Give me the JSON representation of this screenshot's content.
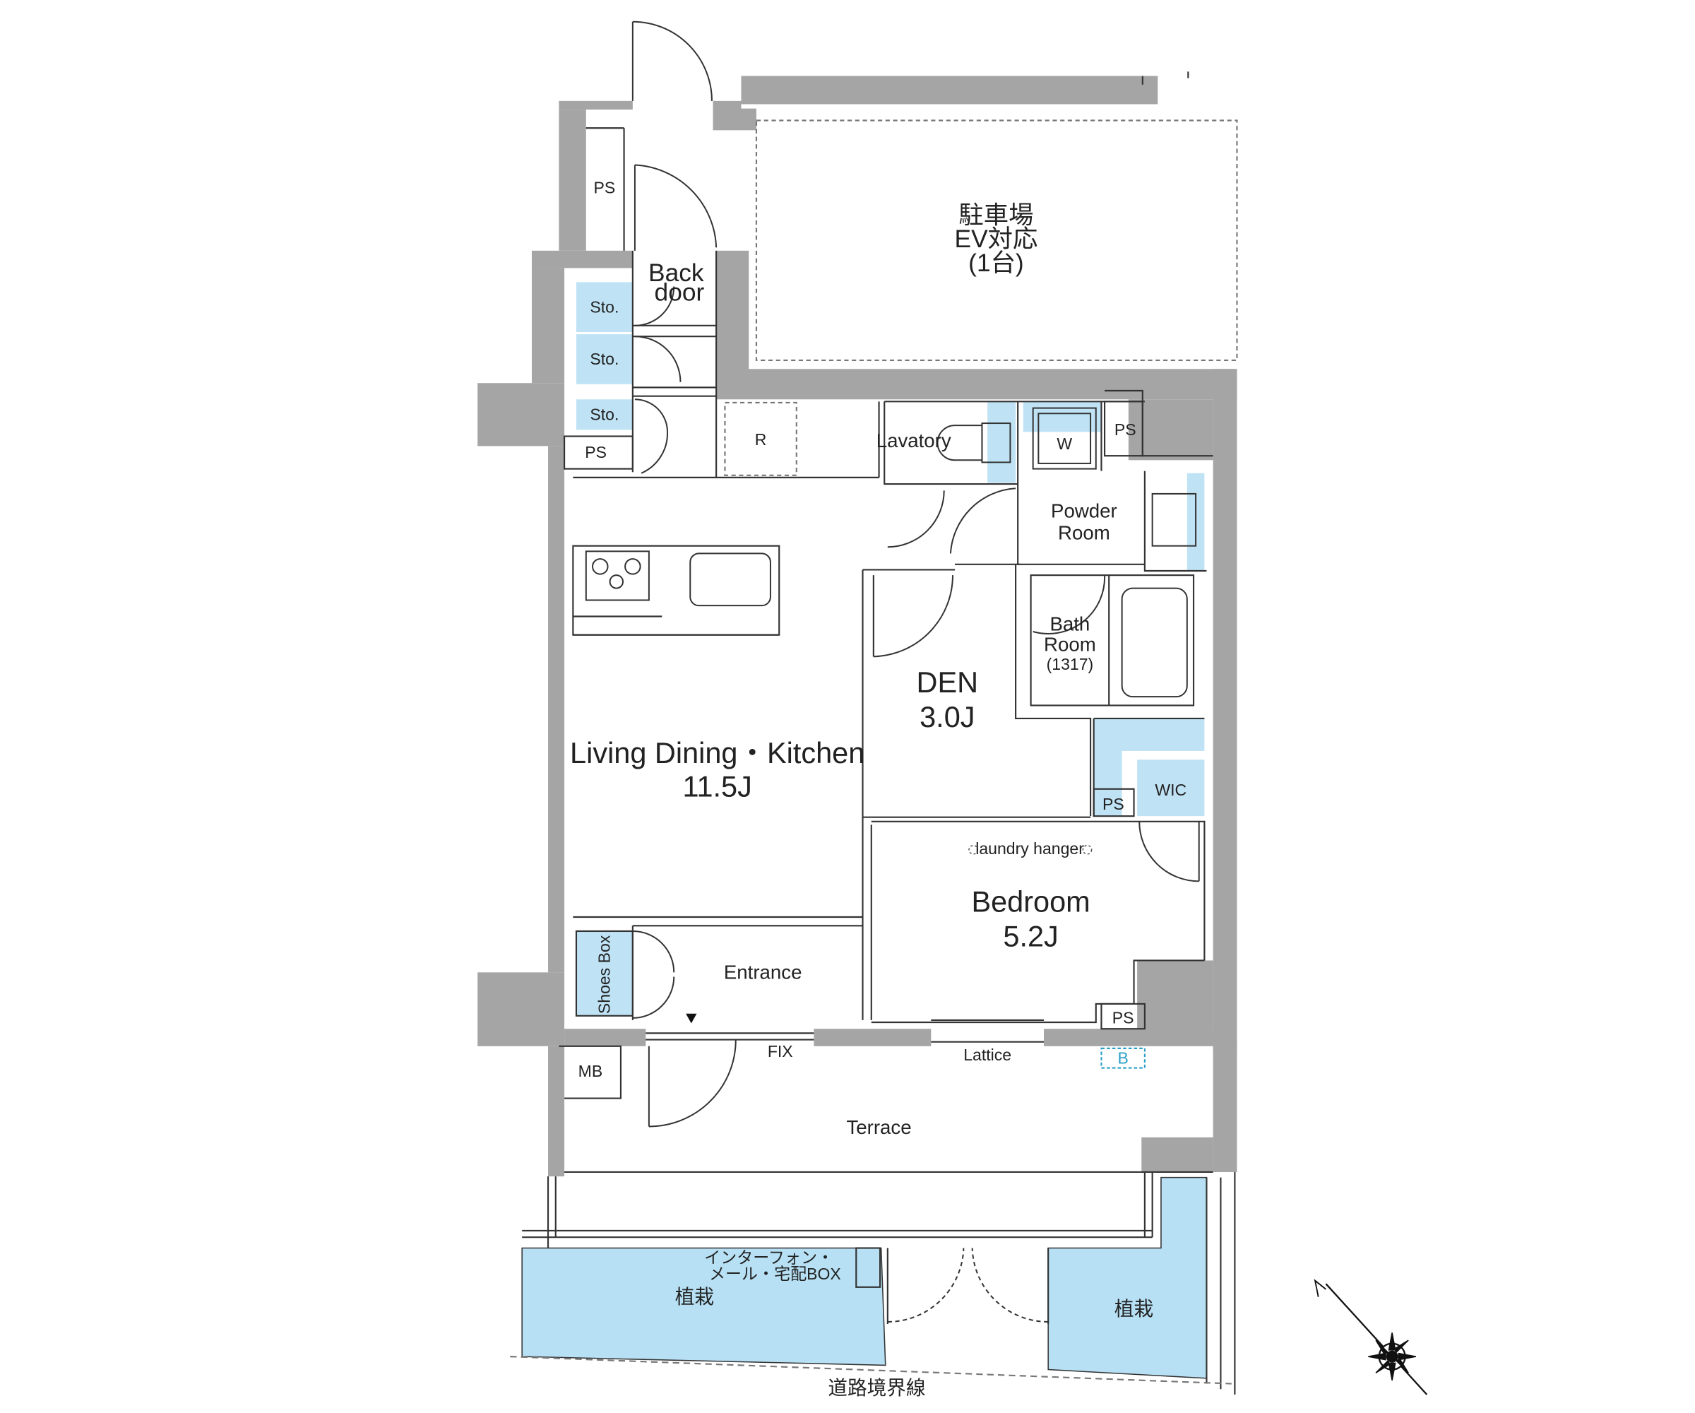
{
  "colors": {
    "wall": "#a5a5a5",
    "accent_fill": "#bfe3f5",
    "planting_fill": "#b7e0f4",
    "line": "#222222"
  },
  "labels": {
    "parking": [
      "駐車場",
      "EV対応",
      "(1台)"
    ],
    "ps": "PS",
    "back_door": [
      "Back",
      "door"
    ],
    "sto": "Sto.",
    "r": "R",
    "lavatory": "Lavatory",
    "w": "W",
    "powder_room": [
      "Powder",
      "Room"
    ],
    "bath_room": [
      "Bath",
      "Room",
      "(1317)"
    ],
    "den": [
      "DEN",
      "3.0J"
    ],
    "ldk": [
      "Living Dining・Kitchen",
      "11.5J"
    ],
    "wic": "WIC",
    "laundry_hanger": "laundry hanger",
    "bedroom": [
      "Bedroom",
      "5.2J"
    ],
    "shoes_box": "Shoes Box",
    "entrance": "Entrance",
    "fix": "FIX",
    "lattice": "Lattice",
    "b": "B",
    "mb": "MB",
    "terrace": "Terrace",
    "intercom": [
      "インターフォン・",
      "メール・宅配BOX"
    ],
    "planting": "植栽",
    "road_boundary": "道路境界線"
  },
  "icons": [
    "gas-stove-icon",
    "sink-icon",
    "toilet-icon",
    "washing-machine-icon",
    "bathtub-icon",
    "compass-icon",
    "entrance-arrow-icon"
  ]
}
